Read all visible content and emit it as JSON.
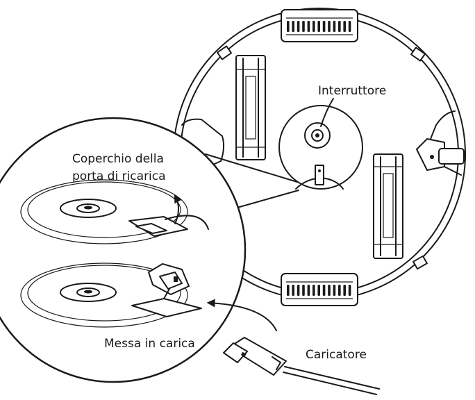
{
  "labels": {
    "switch": "Interruttore",
    "port_cover_line1": "Coperchio della",
    "port_cover_line2": "porta di ricarica",
    "charging": "Messa in carica",
    "charger": "Caricatore"
  },
  "colors": {
    "ink": "#1a1a1a",
    "background": "#ffffff"
  }
}
